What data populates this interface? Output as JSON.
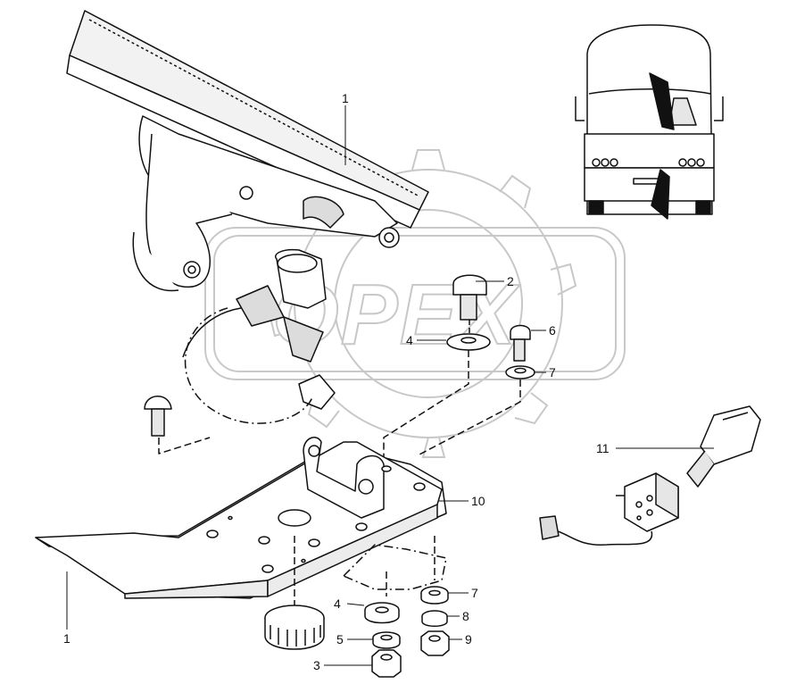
{
  "watermark": {
    "text": "OPEX",
    "color": "#c8c8c8"
  },
  "callouts": {
    "pedal_top": "1",
    "pedal_bottom": "1",
    "bolt_top": "2",
    "nut_bottom": "3",
    "washer_left": "4",
    "washer_bottom_left": "4",
    "spring_washer": "5",
    "screw_small": "6",
    "washer_right": "7",
    "washer_bottom_right": "7",
    "lock_washer": "8",
    "nut_right": "9",
    "bracket_plate": "10",
    "switch_assembly": "11"
  },
  "colors": {
    "line": "#111111",
    "fill": "#ffffff",
    "shade": "#e6e6e6"
  }
}
